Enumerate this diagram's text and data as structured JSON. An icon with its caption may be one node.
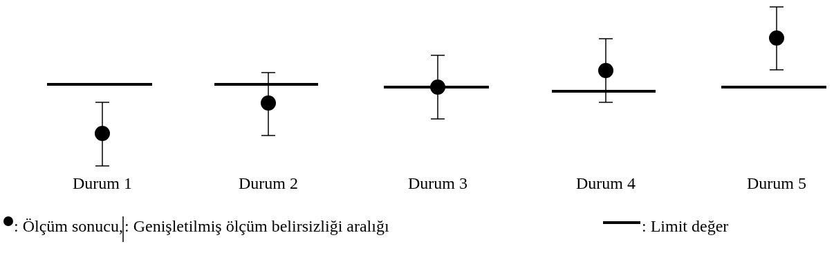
{
  "diagram": {
    "labels": [
      "Durum 1",
      "Durum 2",
      "Durum 3",
      "Durum 4",
      "Durum 5"
    ],
    "legend": [
      {
        "text": ": Ölçüm sonucu,"
      },
      {
        "text": ": Genişletilmiş ölçüm belirsizliği aralığı"
      },
      {
        "text": ": Limit değer"
      }
    ]
  }
}
